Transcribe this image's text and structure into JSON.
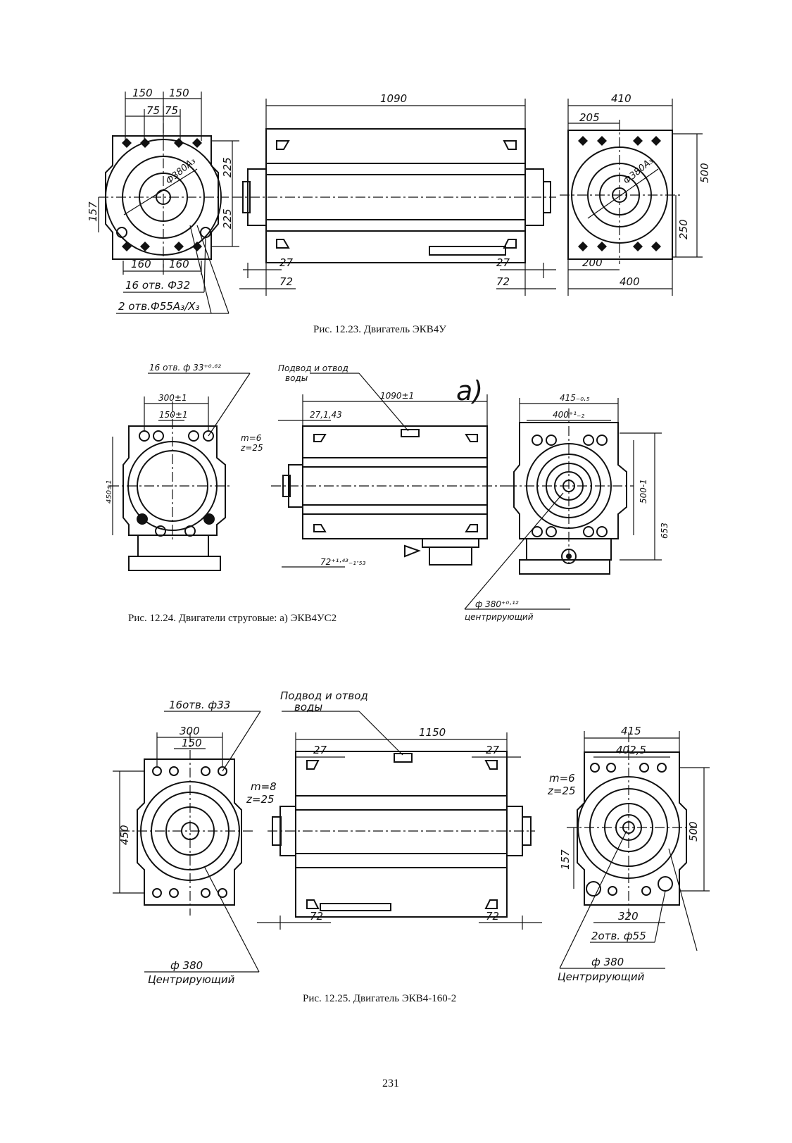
{
  "page": {
    "number": "231"
  },
  "figures": [
    {
      "caption": "Рис. 12.23. Двигатель ЭКВ4У",
      "dims": {
        "d150a": "150",
        "d150b": "150",
        "d75a": "75",
        "d75b": "75",
        "d225a": "225",
        "d225b": "225",
        "d157": "157",
        "d160a": "160",
        "d160b": "160",
        "holes1": "16 отв. Ф32",
        "holes2": "2 отв.Ф55A₃/X₃",
        "dia_left": "Ф380A₃",
        "dia_right": "Ф380A₃",
        "d1090": "1090",
        "d27a": "27",
        "d27b": "27",
        "d72a": "72",
        "d72b": "72",
        "d410": "410",
        "d205": "205",
        "d500": "500",
        "d250": "250",
        "d200": "200",
        "d400": "400"
      }
    },
    {
      "caption": "Рис. 12.24. Двигатели струговые: а) ЭКВ4УС2",
      "label": "а)",
      "dims": {
        "holes": "16 отв. ф 33⁺⁰·⁶²",
        "d300": "300±1",
        "d150": "150±1",
        "d450": "450±1",
        "gear": "m=6",
        "teeth": "z=25",
        "water": "Подвод и отвод",
        "water2": "воды",
        "d1090": "1090±1",
        "d27": "27,1,43",
        "d72": "72⁺¹·⁴³₋₁·₅₃",
        "d415": "415₋₀.₅",
        "d400": "400⁺¹₋₂",
        "d500": "500-1",
        "d653": "653",
        "dia": "ф 380⁺⁰·¹²",
        "centering": "центрирующий"
      }
    },
    {
      "caption": "Рис. 12.25. Двигатель ЭКВ4-160-2",
      "dims": {
        "holes": "16отв. ф33",
        "d300": "300",
        "d150": "150",
        "d450": "450",
        "water": "Подвод и отвод",
        "water2": "воды",
        "d1150": "1150",
        "d27a": "27",
        "d27b": "27",
        "gear_l": "m=8",
        "teeth_l": "z=25",
        "gear_r": "m=6",
        "teeth_r": "z=25",
        "d72a": "72",
        "d72b": "72",
        "d415": "415",
        "d402": "402,5",
        "d500": "500",
        "d157": "157",
        "d320": "320",
        "holes2": "2отв. ф55",
        "dia_l": "ф 380",
        "cent_l": "Центрирующий",
        "dia_r": "ф 380",
        "cent_r": "Центрирующий"
      }
    }
  ]
}
